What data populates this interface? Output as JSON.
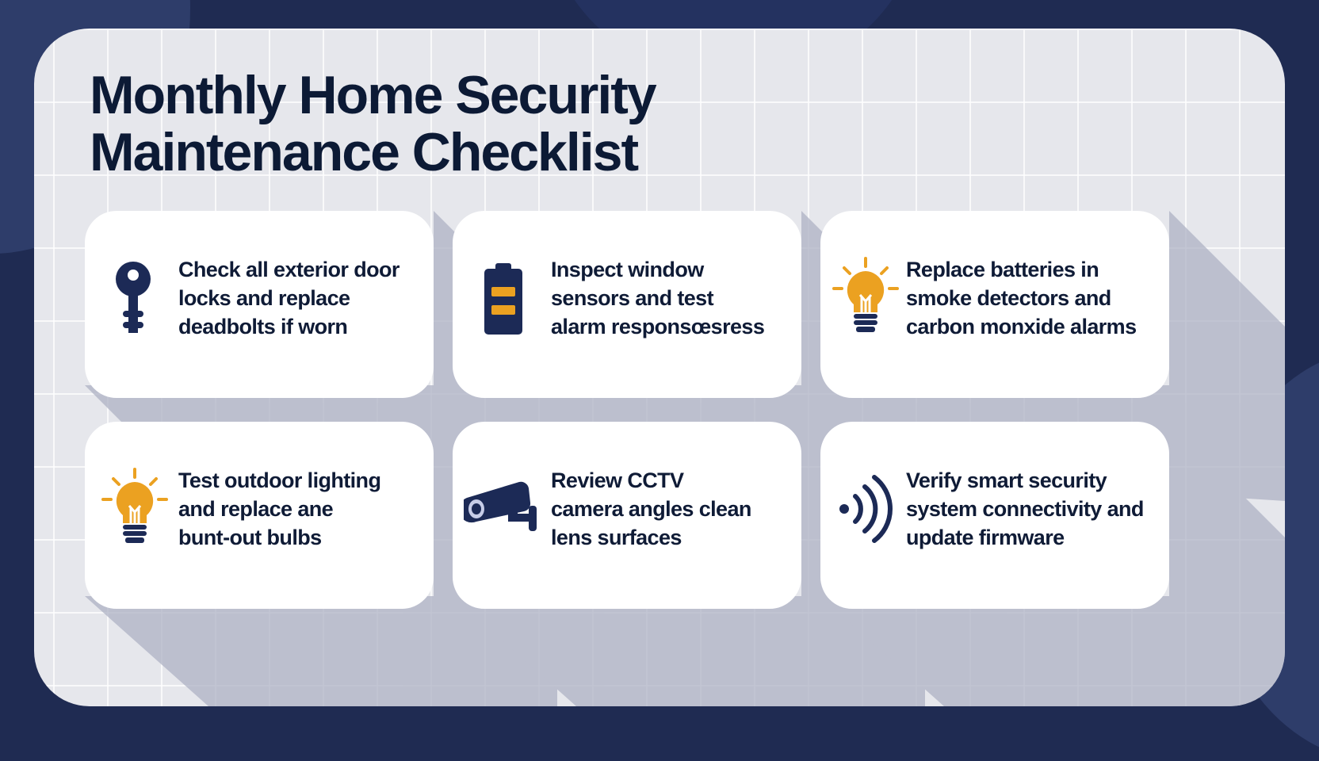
{
  "page": {
    "title_line1": "Monthly Home Security",
    "title_line2": "Maintenance Checklist"
  },
  "colors": {
    "navy": "#1c2a56",
    "accent_orange": "#eba121",
    "panel_bg": "#e6e7ec",
    "text_dark": "#0f1b36"
  },
  "checklist": [
    {
      "icon": "key-icon",
      "text": "Check all exterior door\nlocks and replace\ndeadbolts if worn"
    },
    {
      "icon": "battery-icon",
      "text": "Inspect window\nsensors and test\nalarm responsœsress"
    },
    {
      "icon": "lightbulb-icon",
      "text": "Replace batteries in\nsmoke detectors and\ncarbon monxide alarms"
    },
    {
      "icon": "lightbulb-icon",
      "text": "Test outdoor lighting\nand replace ane\nbunt-out bulbs"
    },
    {
      "icon": "cctv-camera-icon",
      "text": "Review CCTV\ncamera angles   clean\nlens surfaces"
    },
    {
      "icon": "wireless-signal-icon",
      "text": "Verify smart security\nsystem connectivity and\nupdate firmware"
    }
  ]
}
